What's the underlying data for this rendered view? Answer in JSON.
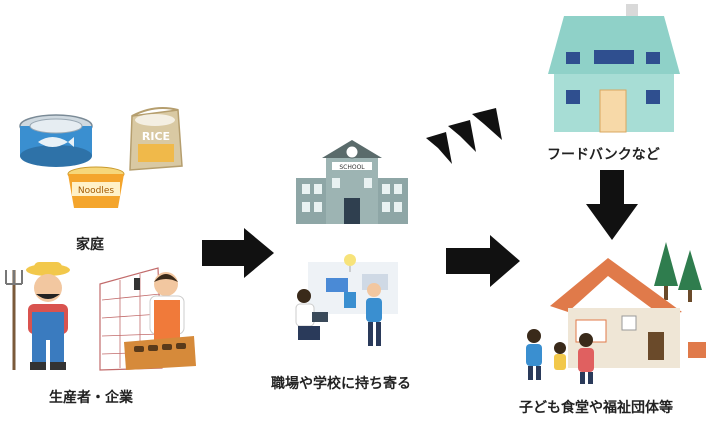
{
  "nodes": {
    "home": {
      "label": "家庭"
    },
    "producer": {
      "label": "生産者・企業"
    },
    "collect": {
      "label": "職場や学校に持ち寄る"
    },
    "foodbank": {
      "label": "フードバンクなど"
    },
    "facility": {
      "label": "子ども食堂や福祉団体等"
    }
  },
  "illustration_text": {
    "rice_bag": "RICE",
    "noodle_cup": "Noodles",
    "school_sign": "SCHOOL"
  },
  "colors": {
    "arrow": "#111111",
    "house_wall": "#8fd1c8",
    "house_roof": "#e07a4a",
    "school_wall": "#8ea6a6",
    "tree": "#2f7d4e"
  }
}
